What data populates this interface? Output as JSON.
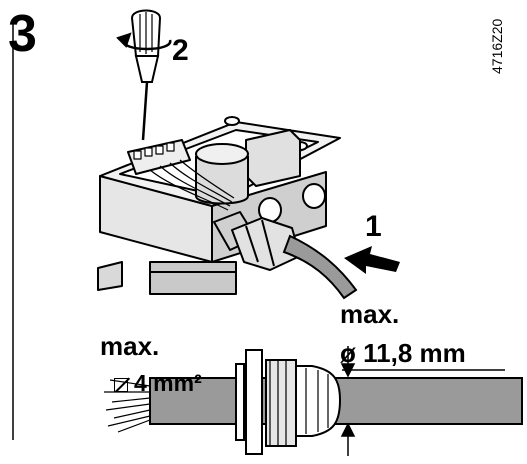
{
  "step": {
    "number": "3"
  },
  "callouts": {
    "screwdriver_step": "2",
    "cable_step": "1"
  },
  "document_id": "4716Z20",
  "wire_spec": {
    "max_label": "max.",
    "cross_section": "4 mm²",
    "cross_section_icon": "square-cross-section-icon"
  },
  "cable_spec": {
    "max_label": "max.",
    "diameter": "ø 11,8 mm"
  },
  "colors": {
    "line": "#000000",
    "cable_grey": "#9a9a9a",
    "housing_grey": "#d9d9d9",
    "background": "#ffffff"
  }
}
